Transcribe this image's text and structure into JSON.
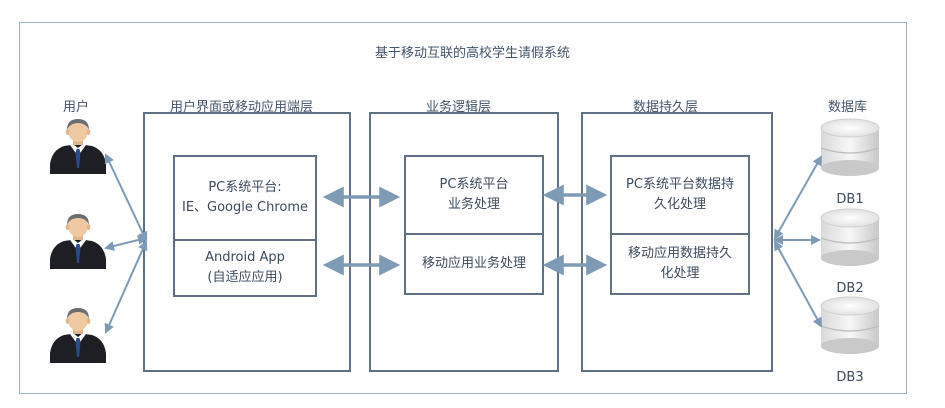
{
  "title": "基于移动互联的高校学生请假系统",
  "columns": {
    "users": "用户",
    "ui_layer": "用户界面或移动应用端层",
    "logic_layer": "业务逻辑层",
    "persistence_layer": "数据持久层",
    "database": "数据库"
  },
  "ui": {
    "pc_line1": "PC系统平台:",
    "pc_line2": "IE、Google Chrome",
    "android_line1": "Android App",
    "android_line2": "(自适应应用)"
  },
  "logic": {
    "pc_line1": "PC系统平台",
    "pc_line2": "业务处理",
    "mobile": "移动应用业务处理"
  },
  "persistence": {
    "pc_line1": "PC系统平台数据持",
    "pc_line2": "久化处理",
    "mobile_line1": "移动应用数据持久",
    "mobile_line2": "化处理"
  },
  "databases": [
    "DB1",
    "DB2",
    "DB3"
  ],
  "colors": {
    "border": "#5f7084",
    "arrow": "#7f9ab5",
    "frame": "#9fb4c8",
    "text": "#3d4a5c"
  }
}
